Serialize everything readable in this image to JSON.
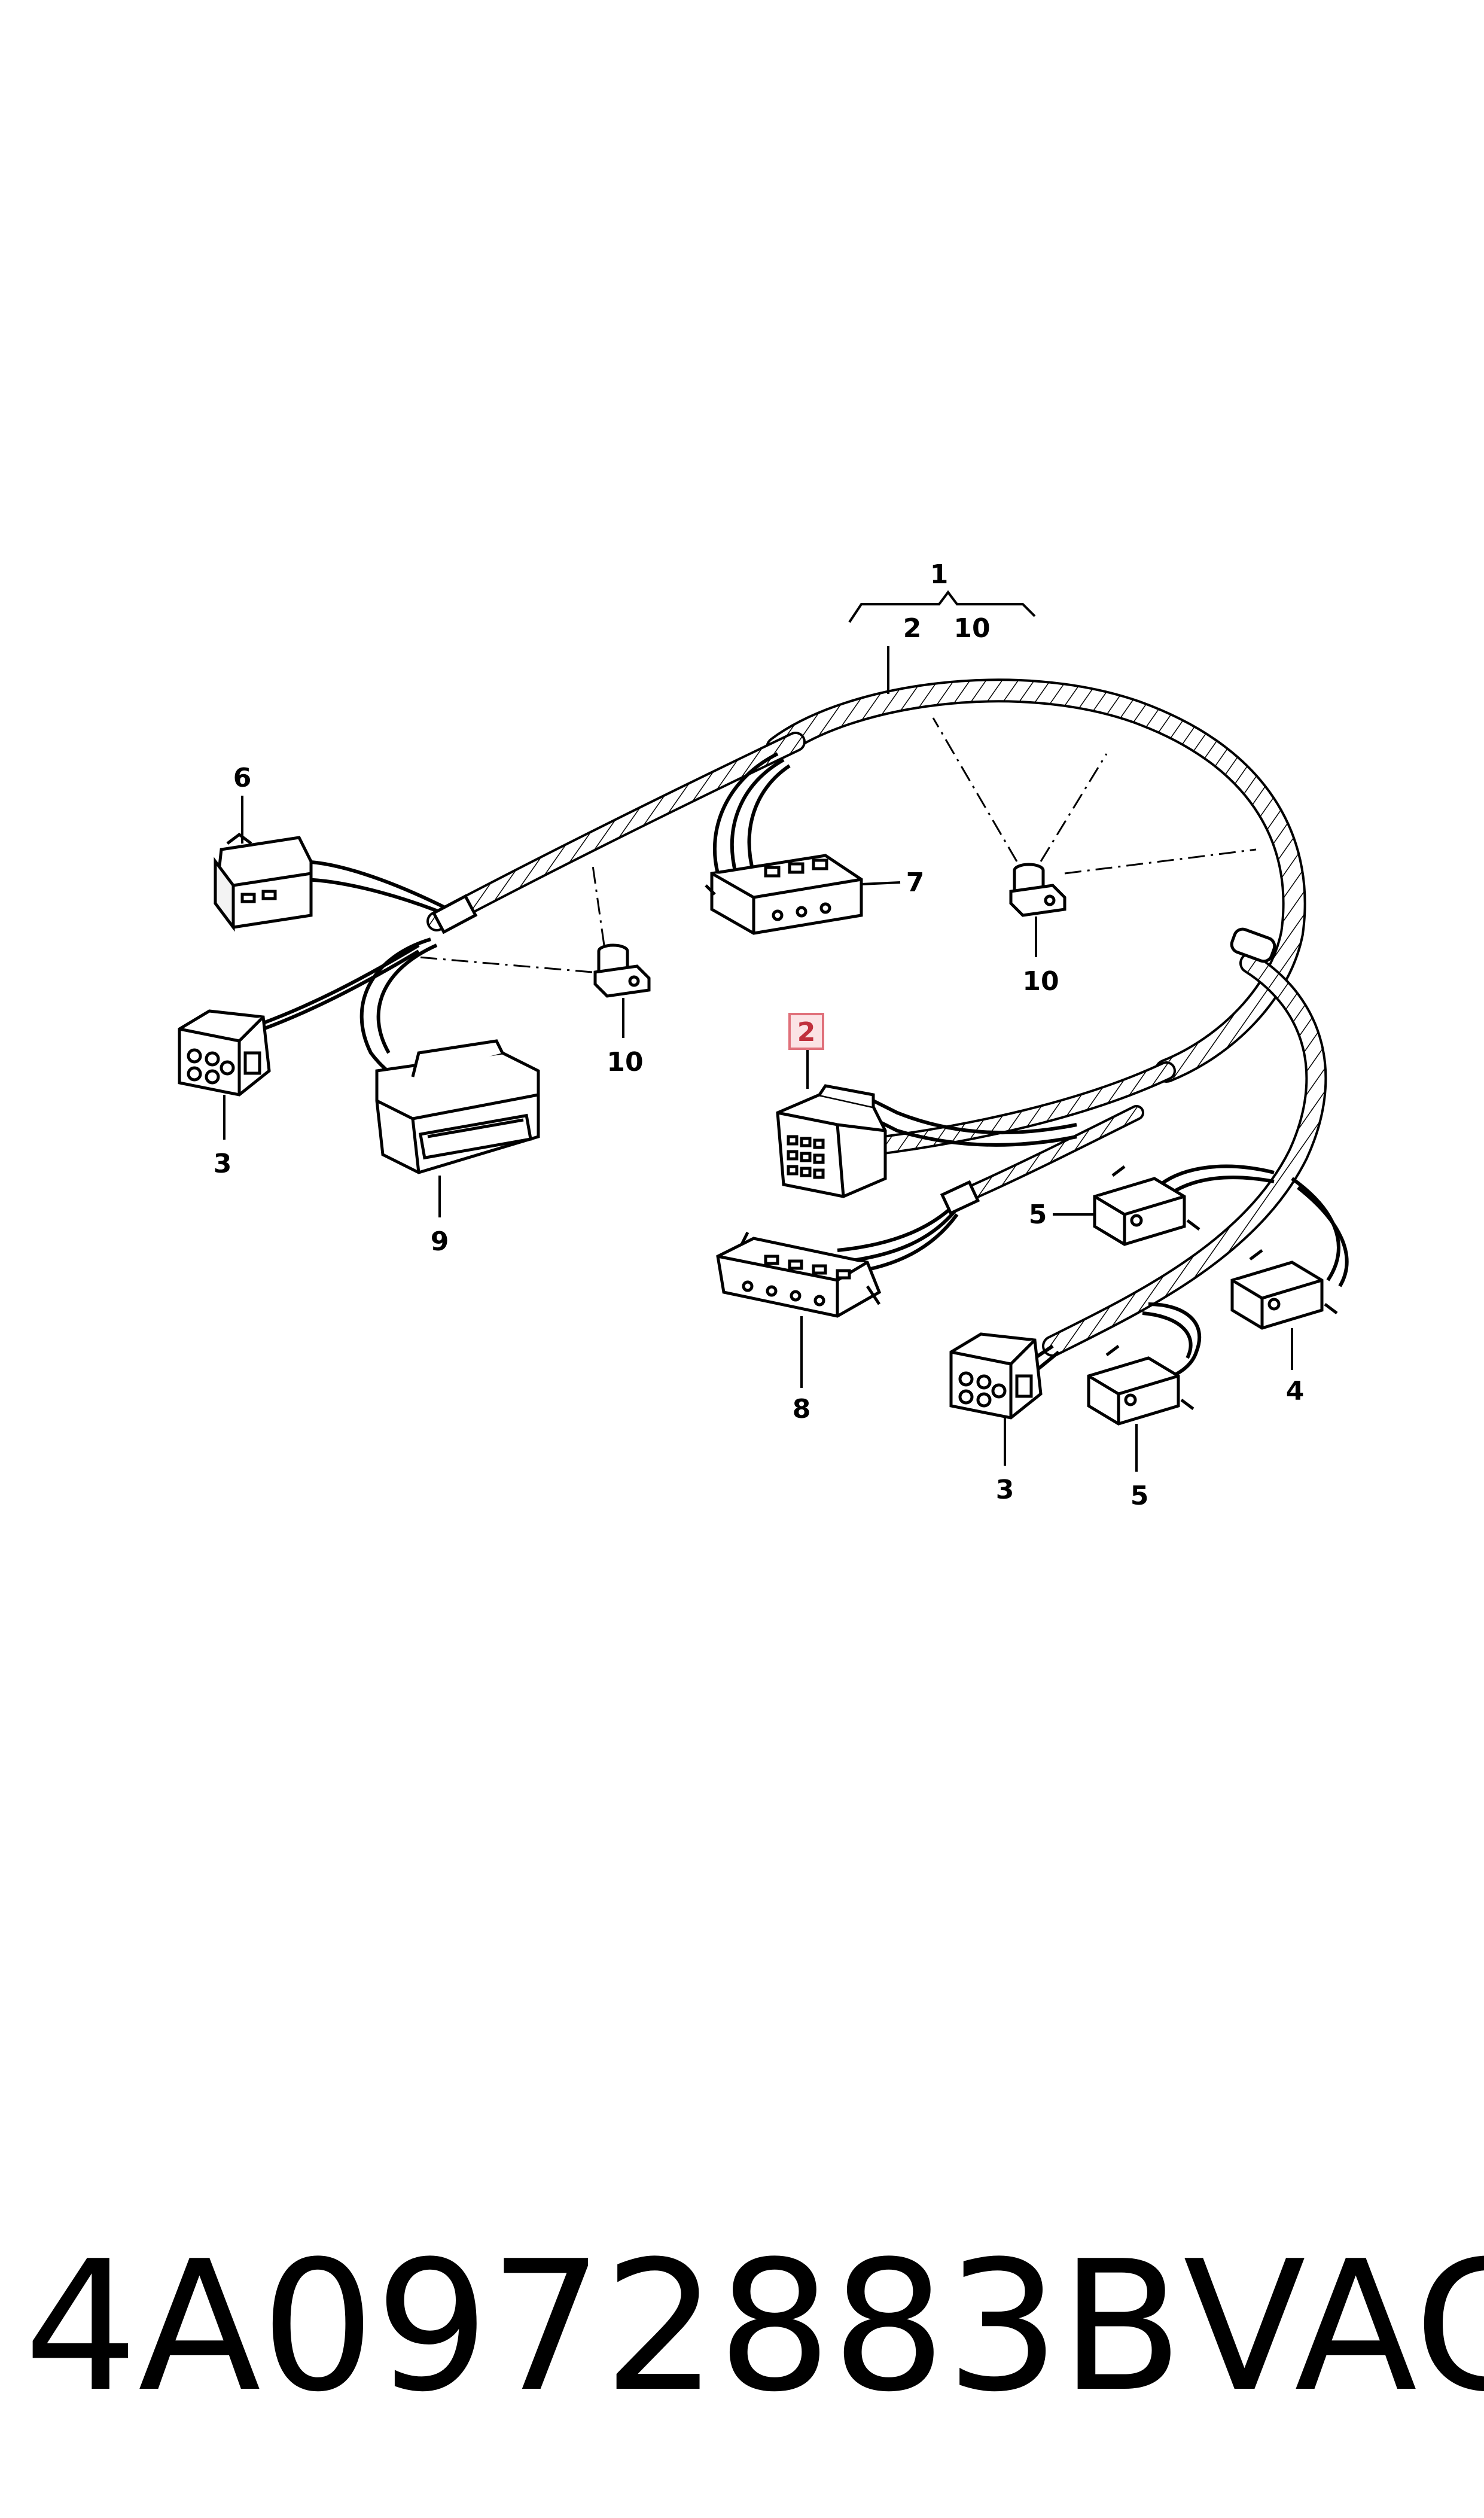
{
  "diagram": {
    "callouts": {
      "c1": "1",
      "c2_bracket": "2",
      "c10_bracket": "10",
      "c6": "6",
      "c7": "7",
      "c10_right": "10",
      "c10_left": "10",
      "c2_highlight": "2",
      "c3_left": "3",
      "c9": "9",
      "c5_upper": "5",
      "c4": "4",
      "c8": "8",
      "c3_right": "3",
      "c5_lower": "5"
    },
    "highlight_color": "#e0707a"
  },
  "footer": {
    "part_number": "4A0972883B",
    "brand": "VAG"
  }
}
